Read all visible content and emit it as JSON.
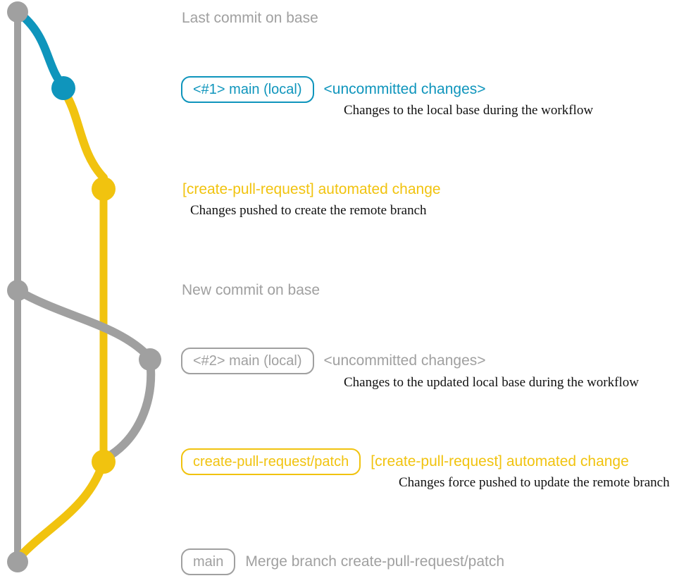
{
  "colors": {
    "gray": "#A0A0A0",
    "blue": "#0F95BC",
    "yellow": "#F1C30F"
  },
  "graph": {
    "nodes": [
      {
        "name": "commit-last-base",
        "color": "gray"
      },
      {
        "name": "commit-1-main-local",
        "color": "blue"
      },
      {
        "name": "commit-automated-change-1",
        "color": "yellow"
      },
      {
        "name": "commit-new-base",
        "color": "gray"
      },
      {
        "name": "commit-2-main-local",
        "color": "gray"
      },
      {
        "name": "commit-automated-change-2",
        "color": "yellow"
      },
      {
        "name": "commit-merge",
        "color": "gray"
      }
    ]
  },
  "annotations": {
    "last_commit": {
      "label": "Last commit on base"
    },
    "uncommitted_1": {
      "badge": "<#1> main (local)",
      "title": "<uncommitted changes>",
      "desc": "Changes to the local base during the workflow"
    },
    "automated_1": {
      "title": "[create-pull-request] automated change",
      "desc": "Changes pushed to create the remote branch"
    },
    "new_commit": {
      "label": "New commit on base"
    },
    "uncommitted_2": {
      "badge": "<#2> main (local)",
      "title": "<uncommitted changes>",
      "desc": "Changes to the updated local base during the workflow"
    },
    "automated_2": {
      "badge": "create-pull-request/patch",
      "title": "[create-pull-request] automated change",
      "desc": "Changes force pushed to update the remote branch"
    },
    "merge": {
      "badge": "main",
      "title": "Merge branch create-pull-request/patch"
    }
  }
}
